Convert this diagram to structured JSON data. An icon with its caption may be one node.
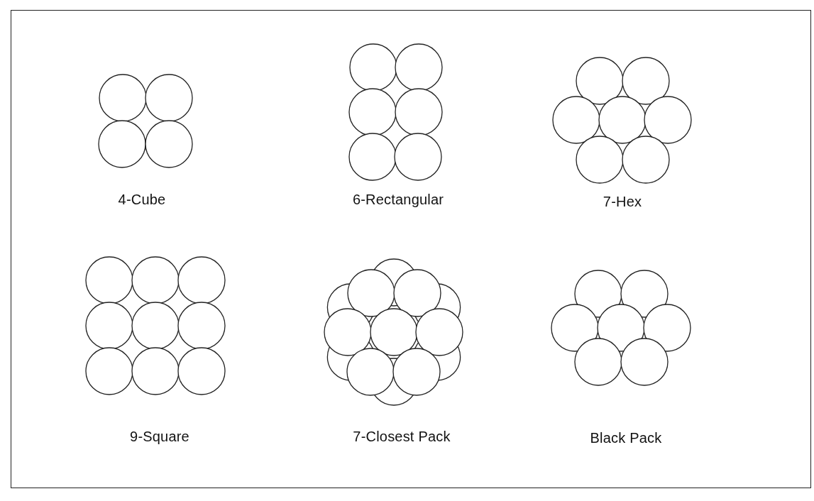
{
  "diagram": {
    "labels": [
      "4-Cube",
      "6-Rectangular",
      "7-Hex",
      "9-Square",
      "7-Closest Pack",
      "Black Pack"
    ]
  }
}
